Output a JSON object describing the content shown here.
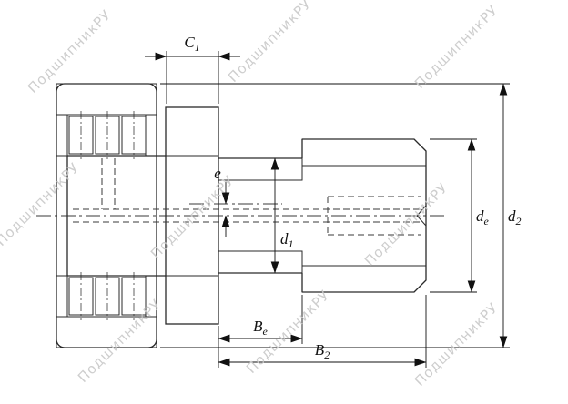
{
  "watermark": {
    "text": "ПодшипникРУ"
  },
  "labels": {
    "c1": {
      "base": "C",
      "sub": "1"
    },
    "e": {
      "base": "e",
      "sub": ""
    },
    "d1": {
      "base": "d",
      "sub": "1"
    },
    "de": {
      "base": "d",
      "sub": "e"
    },
    "d2": {
      "base": "d",
      "sub": "2"
    },
    "be": {
      "base": "B",
      "sub": "e"
    },
    "b2": {
      "base": "B",
      "sub": "2"
    }
  },
  "colors": {
    "line": "#2a2a2a",
    "dimension": "#111111",
    "watermark": "#c9c9c9",
    "background": "#ffffff"
  }
}
